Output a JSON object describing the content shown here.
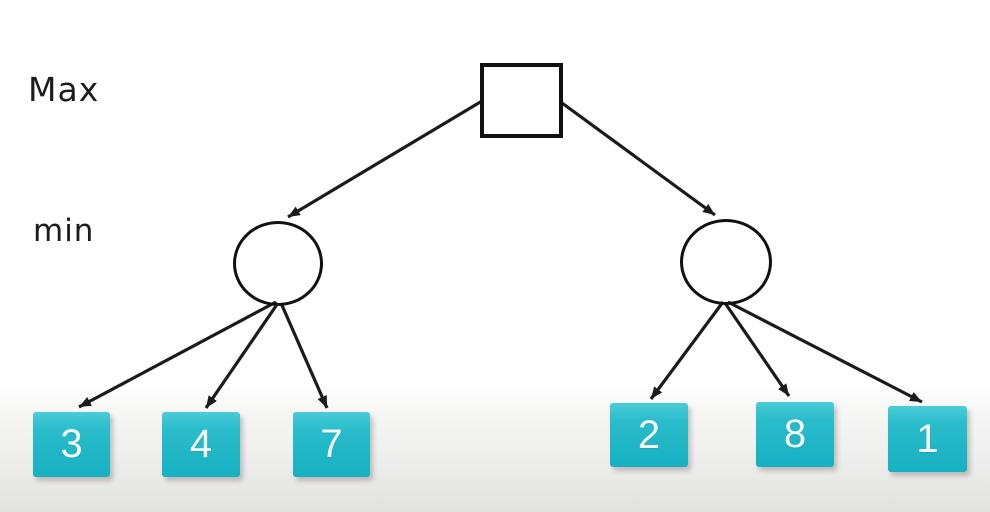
{
  "diagram": {
    "kind": "minimax-game-tree",
    "levels": [
      {
        "id": "max",
        "label": "Max",
        "node_shape": "square"
      },
      {
        "id": "min",
        "label": "min",
        "node_shape": "circle"
      }
    ],
    "root": {
      "shape": "square",
      "level": "Max",
      "children": 2
    },
    "min_nodes": [
      {
        "shape": "circle",
        "side": "left",
        "children": 3
      },
      {
        "shape": "circle",
        "side": "right",
        "children": 3
      }
    ],
    "leaves": [
      {
        "value": "3",
        "parent": "left"
      },
      {
        "value": "4",
        "parent": "left"
      },
      {
        "value": "7",
        "parent": "left"
      },
      {
        "value": "2",
        "parent": "right"
      },
      {
        "value": "8",
        "parent": "right"
      },
      {
        "value": "1",
        "parent": "right"
      }
    ]
  },
  "colors": {
    "edge_stroke": "#1b1b1b",
    "node_stroke": "#111111",
    "leaf_fill_top": "#4accd8",
    "leaf_fill_bottom": "#17b0c2",
    "leaf_text": "#f6fcfd",
    "background_top": "#ffffff",
    "background_bottom": "#e2e2e0"
  }
}
